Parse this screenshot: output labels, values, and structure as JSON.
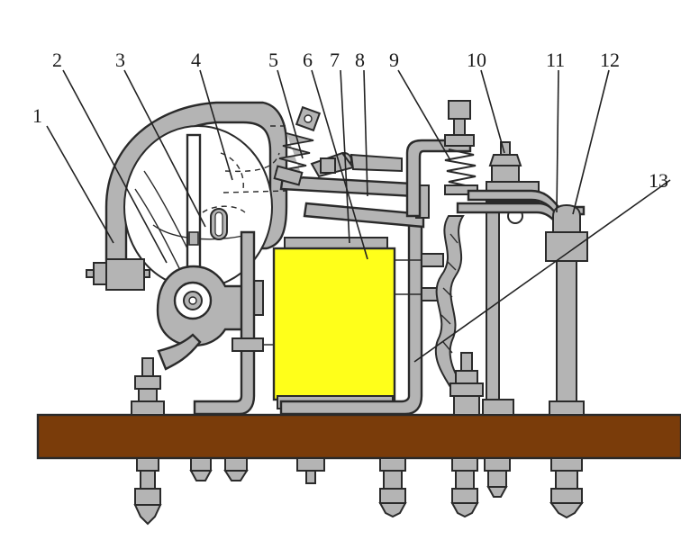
{
  "colors": {
    "base": "#7a3c0a",
    "coil": "#ffff1a",
    "metal": "#b4b4b4",
    "metal_dark": "#8f8f8f",
    "outline": "#2a2a2a",
    "paper": "#ffffff"
  },
  "labels": [
    "1",
    "2",
    "3",
    "4",
    "5",
    "6",
    "7",
    "8",
    "9",
    "10",
    "11",
    "12",
    "13"
  ]
}
